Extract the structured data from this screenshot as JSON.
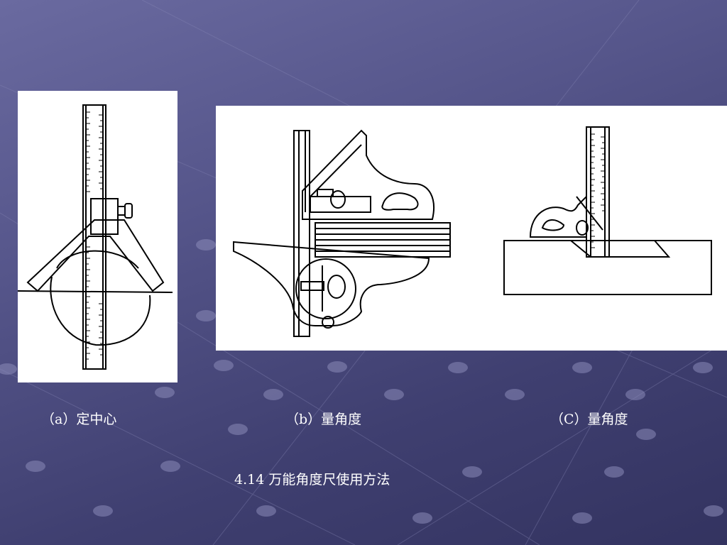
{
  "slide": {
    "background_color": "#55558a",
    "captions": {
      "a": "（a）定中心",
      "b": "（b）量角度",
      "c": "（C）量角度"
    },
    "figure_title": "4.14  万能角度尺使用方法"
  }
}
